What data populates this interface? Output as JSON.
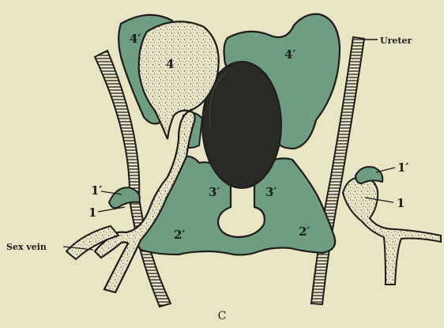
{
  "labels": {
    "left_upper_green": "4′",
    "left_upper_dotted": "4",
    "right_upper_green": "4′",
    "ureter": "Ureter",
    "left_small_green": "1′",
    "left_small_dotted": "1",
    "right_small_green": "1′",
    "right_small_dotted": "1",
    "sex_vein": "Sex vein",
    "left_mid_green": "3′",
    "right_mid_green": "3′",
    "left_lower_green": "2′",
    "right_lower_green": "2′",
    "panel_letter": "C"
  },
  "colors": {
    "background": "#e9e5c4",
    "green_tissue": "#6f9d7f",
    "dotted_tissue": "#ece6c9",
    "dark_center": "#2b2b26",
    "outline": "#1c1c1a"
  }
}
